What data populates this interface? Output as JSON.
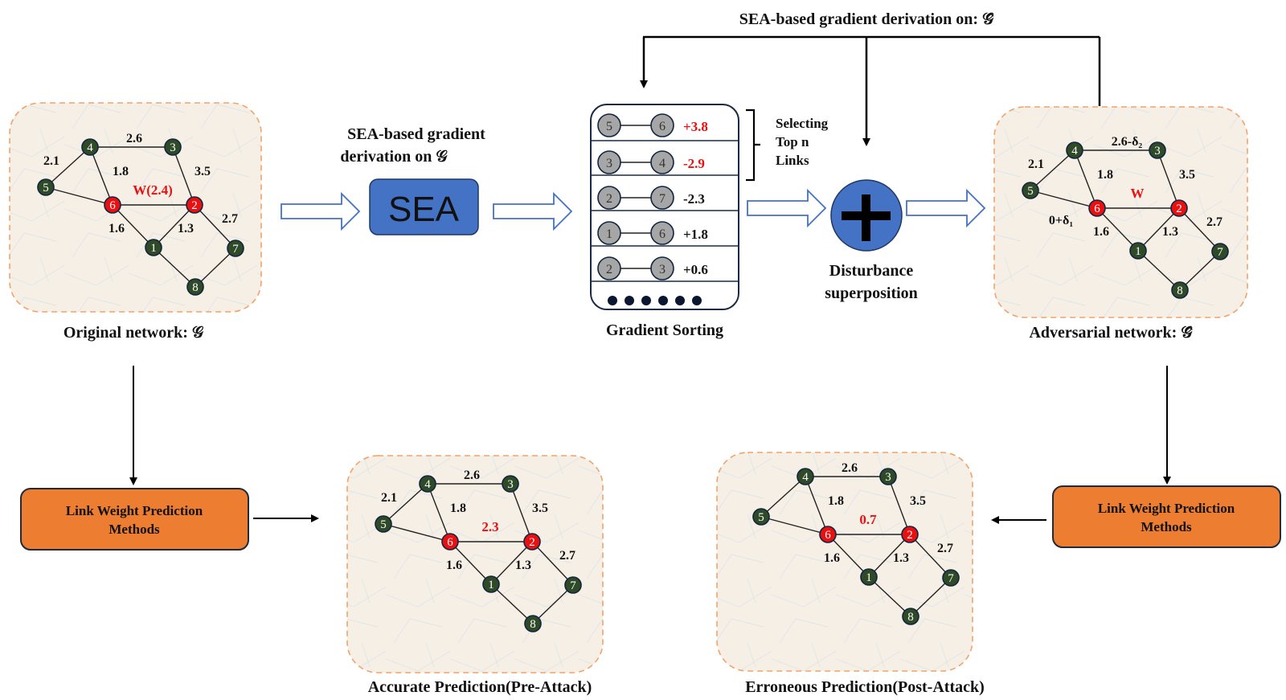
{
  "colors": {
    "node_green": "#2e4a27",
    "node_red": "#e81010",
    "node_stroke": "#12243f",
    "highlight_red": "#e81010",
    "panel_bg": "#f6efe6",
    "panel_border": "#f0a46a",
    "sea_blue": "#4472c4",
    "method_orange": "#ed7d31",
    "arrow_outline": "#4472c4",
    "gray_node": "#a6a6a6"
  },
  "top_feedback_label": "SEA-based gradient derivation on: 𝒢̂",
  "sea_step": {
    "caption_line1": "SEA-based gradient",
    "caption_line2": "derivation on 𝒢",
    "box_label": "SEA"
  },
  "gradient_sorting": {
    "title": "Gradient Sorting",
    "rows": [
      {
        "a": "5",
        "b": "6",
        "value": "+3.8",
        "highlight": true
      },
      {
        "a": "3",
        "b": "4",
        "value": "-2.9",
        "highlight": true
      },
      {
        "a": "2",
        "b": "7",
        "value": "-2.3",
        "highlight": false
      },
      {
        "a": "1",
        "b": "6",
        "value": "+1.8",
        "highlight": false
      },
      {
        "a": "2",
        "b": "3",
        "value": "+0.6",
        "highlight": false
      }
    ],
    "ellipsis_dots": 6,
    "bracket_label": [
      "Selecting",
      "Top n",
      "Links"
    ]
  },
  "disturbance": {
    "label_line1": "Disturbance",
    "label_line2": "superposition"
  },
  "methods_box_left": {
    "line1": "Link Weight Prediction",
    "line2": "Methods"
  },
  "methods_box_right": {
    "line1": "Link Weight Prediction",
    "line2": "Methods"
  },
  "networks": [
    {
      "id": "original",
      "caption": "Original network: 𝒢",
      "target_label": "W(2.4)",
      "edge_labels": {
        "4-3": "2.6",
        "5-4": "2.1",
        "4-6": "1.8",
        "3-2": "3.5",
        "6-1": "1.6",
        "1-2": "1.3",
        "2-7": "2.7",
        "5-6": ""
      }
    },
    {
      "id": "adversarial",
      "caption": "Adversarial network: 𝒢̂",
      "target_label": "W",
      "edge_labels": {
        "4-3": "2.6-δ₂",
        "5-4": "2.1",
        "4-6": "1.8",
        "3-2": "3.5",
        "6-1": "1.6",
        "1-2": "1.3",
        "2-7": "2.7",
        "5-6": "0+δ₁"
      }
    },
    {
      "id": "pre_attack",
      "caption": "Accurate Prediction(Pre-Attack)",
      "target_label": "2.3",
      "edge_labels": {
        "4-3": "2.6",
        "5-4": "2.1",
        "4-6": "1.8",
        "3-2": "3.5",
        "6-1": "1.6",
        "1-2": "1.3",
        "2-7": "2.7",
        "5-6": ""
      }
    },
    {
      "id": "post_attack",
      "caption": "Erroneous Prediction(Post-Attack)",
      "target_label": "0.7",
      "edge_labels": {
        "4-3": "2.6",
        "5-4": "",
        "4-6": "1.8",
        "3-2": "3.5",
        "6-1": "1.6",
        "1-2": "1.3",
        "2-7": "2.7",
        "5-6": ""
      }
    }
  ],
  "graph_nodes": [
    "1",
    "2",
    "3",
    "4",
    "5",
    "6",
    "7",
    "8"
  ],
  "graph_red_nodes": [
    "6",
    "2"
  ]
}
